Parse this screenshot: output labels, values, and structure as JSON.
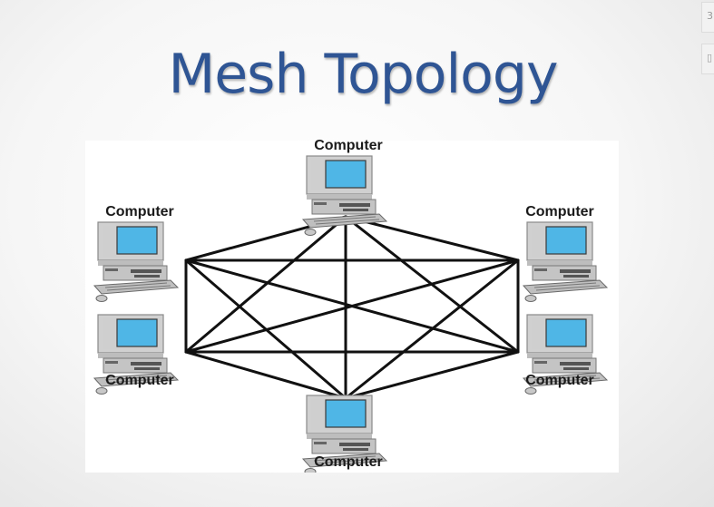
{
  "slide": {
    "title": "Mesh Topology"
  },
  "diagram": {
    "nodes": [
      {
        "id": "top",
        "label": "Computer",
        "icon": "desktop-computer-icon"
      },
      {
        "id": "upper-left",
        "label": "Computer",
        "icon": "desktop-computer-icon"
      },
      {
        "id": "upper-right",
        "label": "Computer",
        "icon": "desktop-computer-icon"
      },
      {
        "id": "lower-left",
        "label": "Computer",
        "icon": "desktop-computer-icon"
      },
      {
        "id": "lower-right",
        "label": "Computer",
        "icon": "desktop-computer-icon"
      },
      {
        "id": "bottom",
        "label": "Computer",
        "icon": "desktop-computer-icon"
      }
    ],
    "links": "full-mesh",
    "colors": {
      "title": "#2f5594",
      "link": "#111111",
      "screen": "#4fb6e6"
    }
  }
}
